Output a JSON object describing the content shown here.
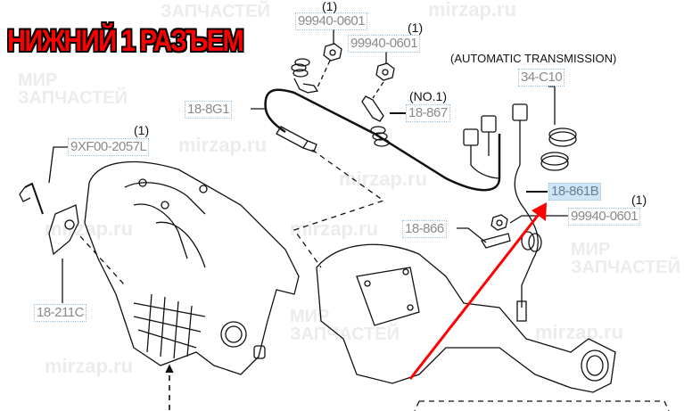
{
  "title_overlay": "НИЖНИЙ 1 РАЗЪЕМ",
  "watermark": {
    "line1": "МИР",
    "line2": "ЗАПЧАСТЕЙ",
    "site": "mirzap.ru"
  },
  "note_automatic": "(AUTOMATIC TRANSMISSION)",
  "parts": [
    {
      "id": "99940-0601",
      "qty": "(1)"
    },
    {
      "id": "99940-0601",
      "qty": "(1)"
    },
    {
      "id": "18-8G1"
    },
    {
      "id": "18-867",
      "qty": "(NO.1)"
    },
    {
      "id": "34-C10"
    },
    {
      "id": "9XF00-2057L",
      "qty": "(1)"
    },
    {
      "id": "18-861B"
    },
    {
      "id": "99940-0601",
      "qty": "(1)"
    },
    {
      "id": "18-866"
    },
    {
      "id": "18-211C"
    }
  ],
  "colors": {
    "arrow": "#ff0000",
    "highlight": "#cde5f5",
    "label_border": "#9cc3e0"
  }
}
